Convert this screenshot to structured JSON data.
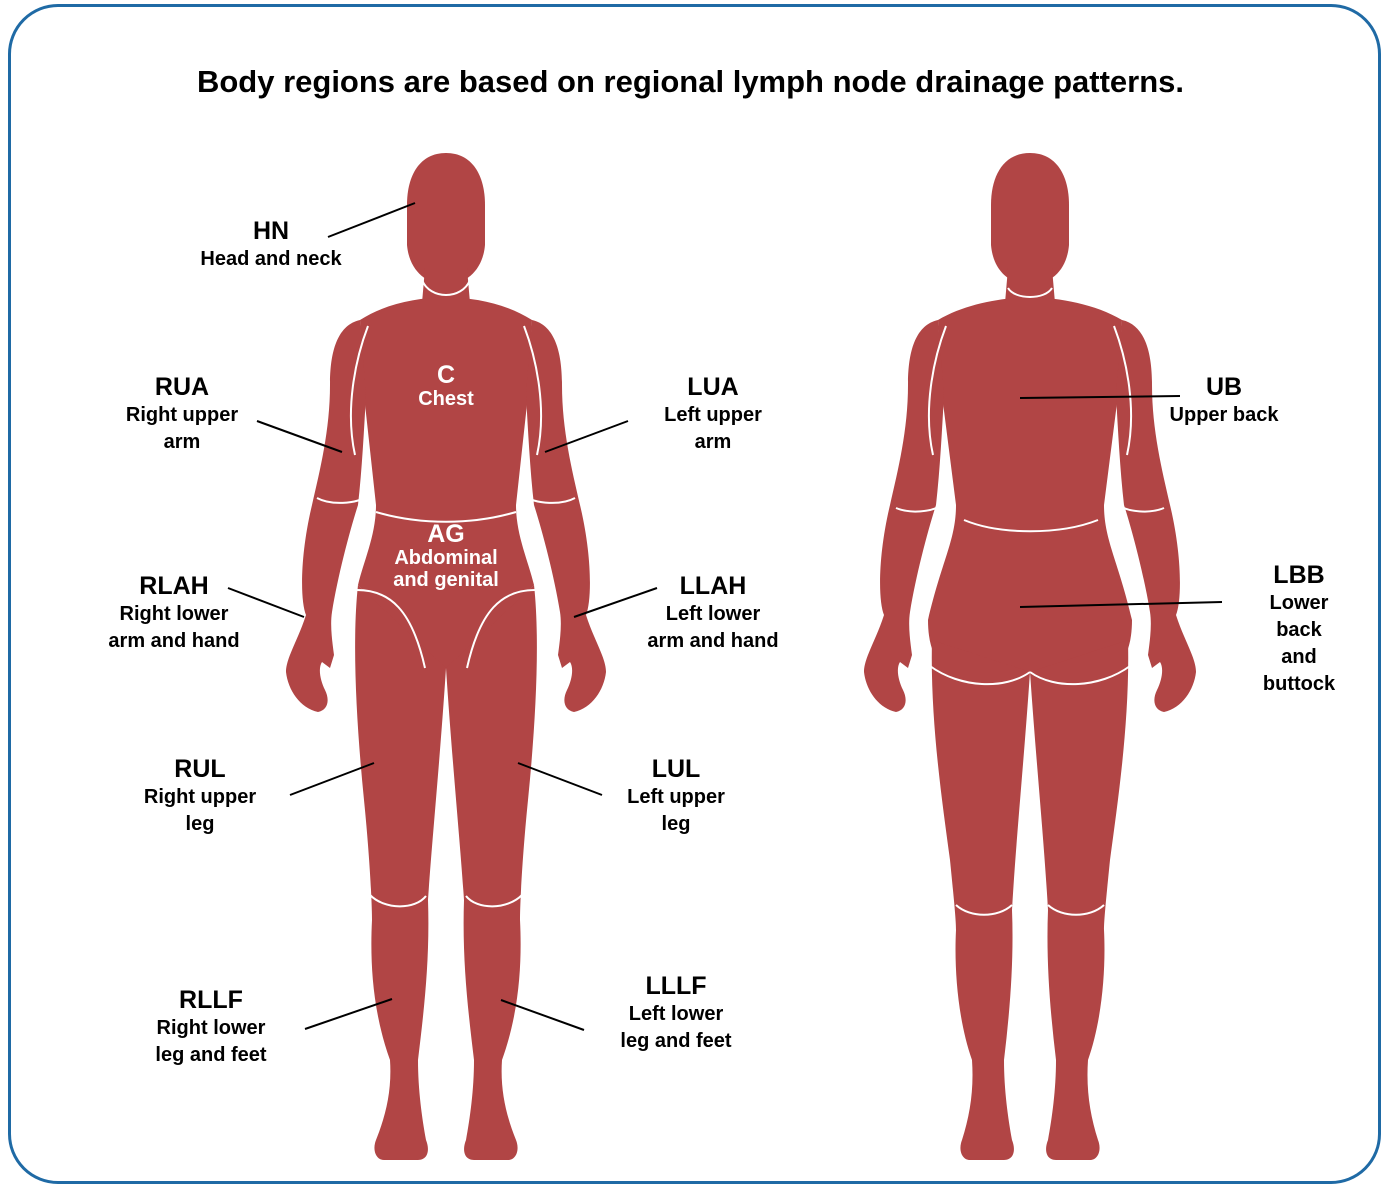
{
  "title": "Body regions are based on regional lymph node drainage patterns.",
  "colors": {
    "body_fill": "#b14545",
    "frame": "#1f6aa5",
    "divider": "#ffffff",
    "leader": "#000000"
  },
  "front_view": {
    "regions": [
      {
        "code": "HN",
        "desc": "Head and neck"
      },
      {
        "code": "C",
        "desc": "Chest"
      },
      {
        "code": "RUA",
        "desc": "Right upper\narm"
      },
      {
        "code": "LUA",
        "desc": "Left upper\narm"
      },
      {
        "code": "AG",
        "desc": "Abdominal\nand genital"
      },
      {
        "code": "RLAH",
        "desc": "Right lower\narm and hand"
      },
      {
        "code": "LLAH",
        "desc": "Left lower\narm and hand"
      },
      {
        "code": "RUL",
        "desc": "Right upper\nleg"
      },
      {
        "code": "LUL",
        "desc": "Left upper\nleg"
      },
      {
        "code": "RLLF",
        "desc": "Right lower\nleg and feet"
      },
      {
        "code": "LLLF",
        "desc": "Left lower\nleg and feet"
      }
    ]
  },
  "back_view": {
    "regions": [
      {
        "code": "UB",
        "desc": "Upper back"
      },
      {
        "code": "LBB",
        "desc": "Lower back\nand buttock"
      }
    ]
  }
}
